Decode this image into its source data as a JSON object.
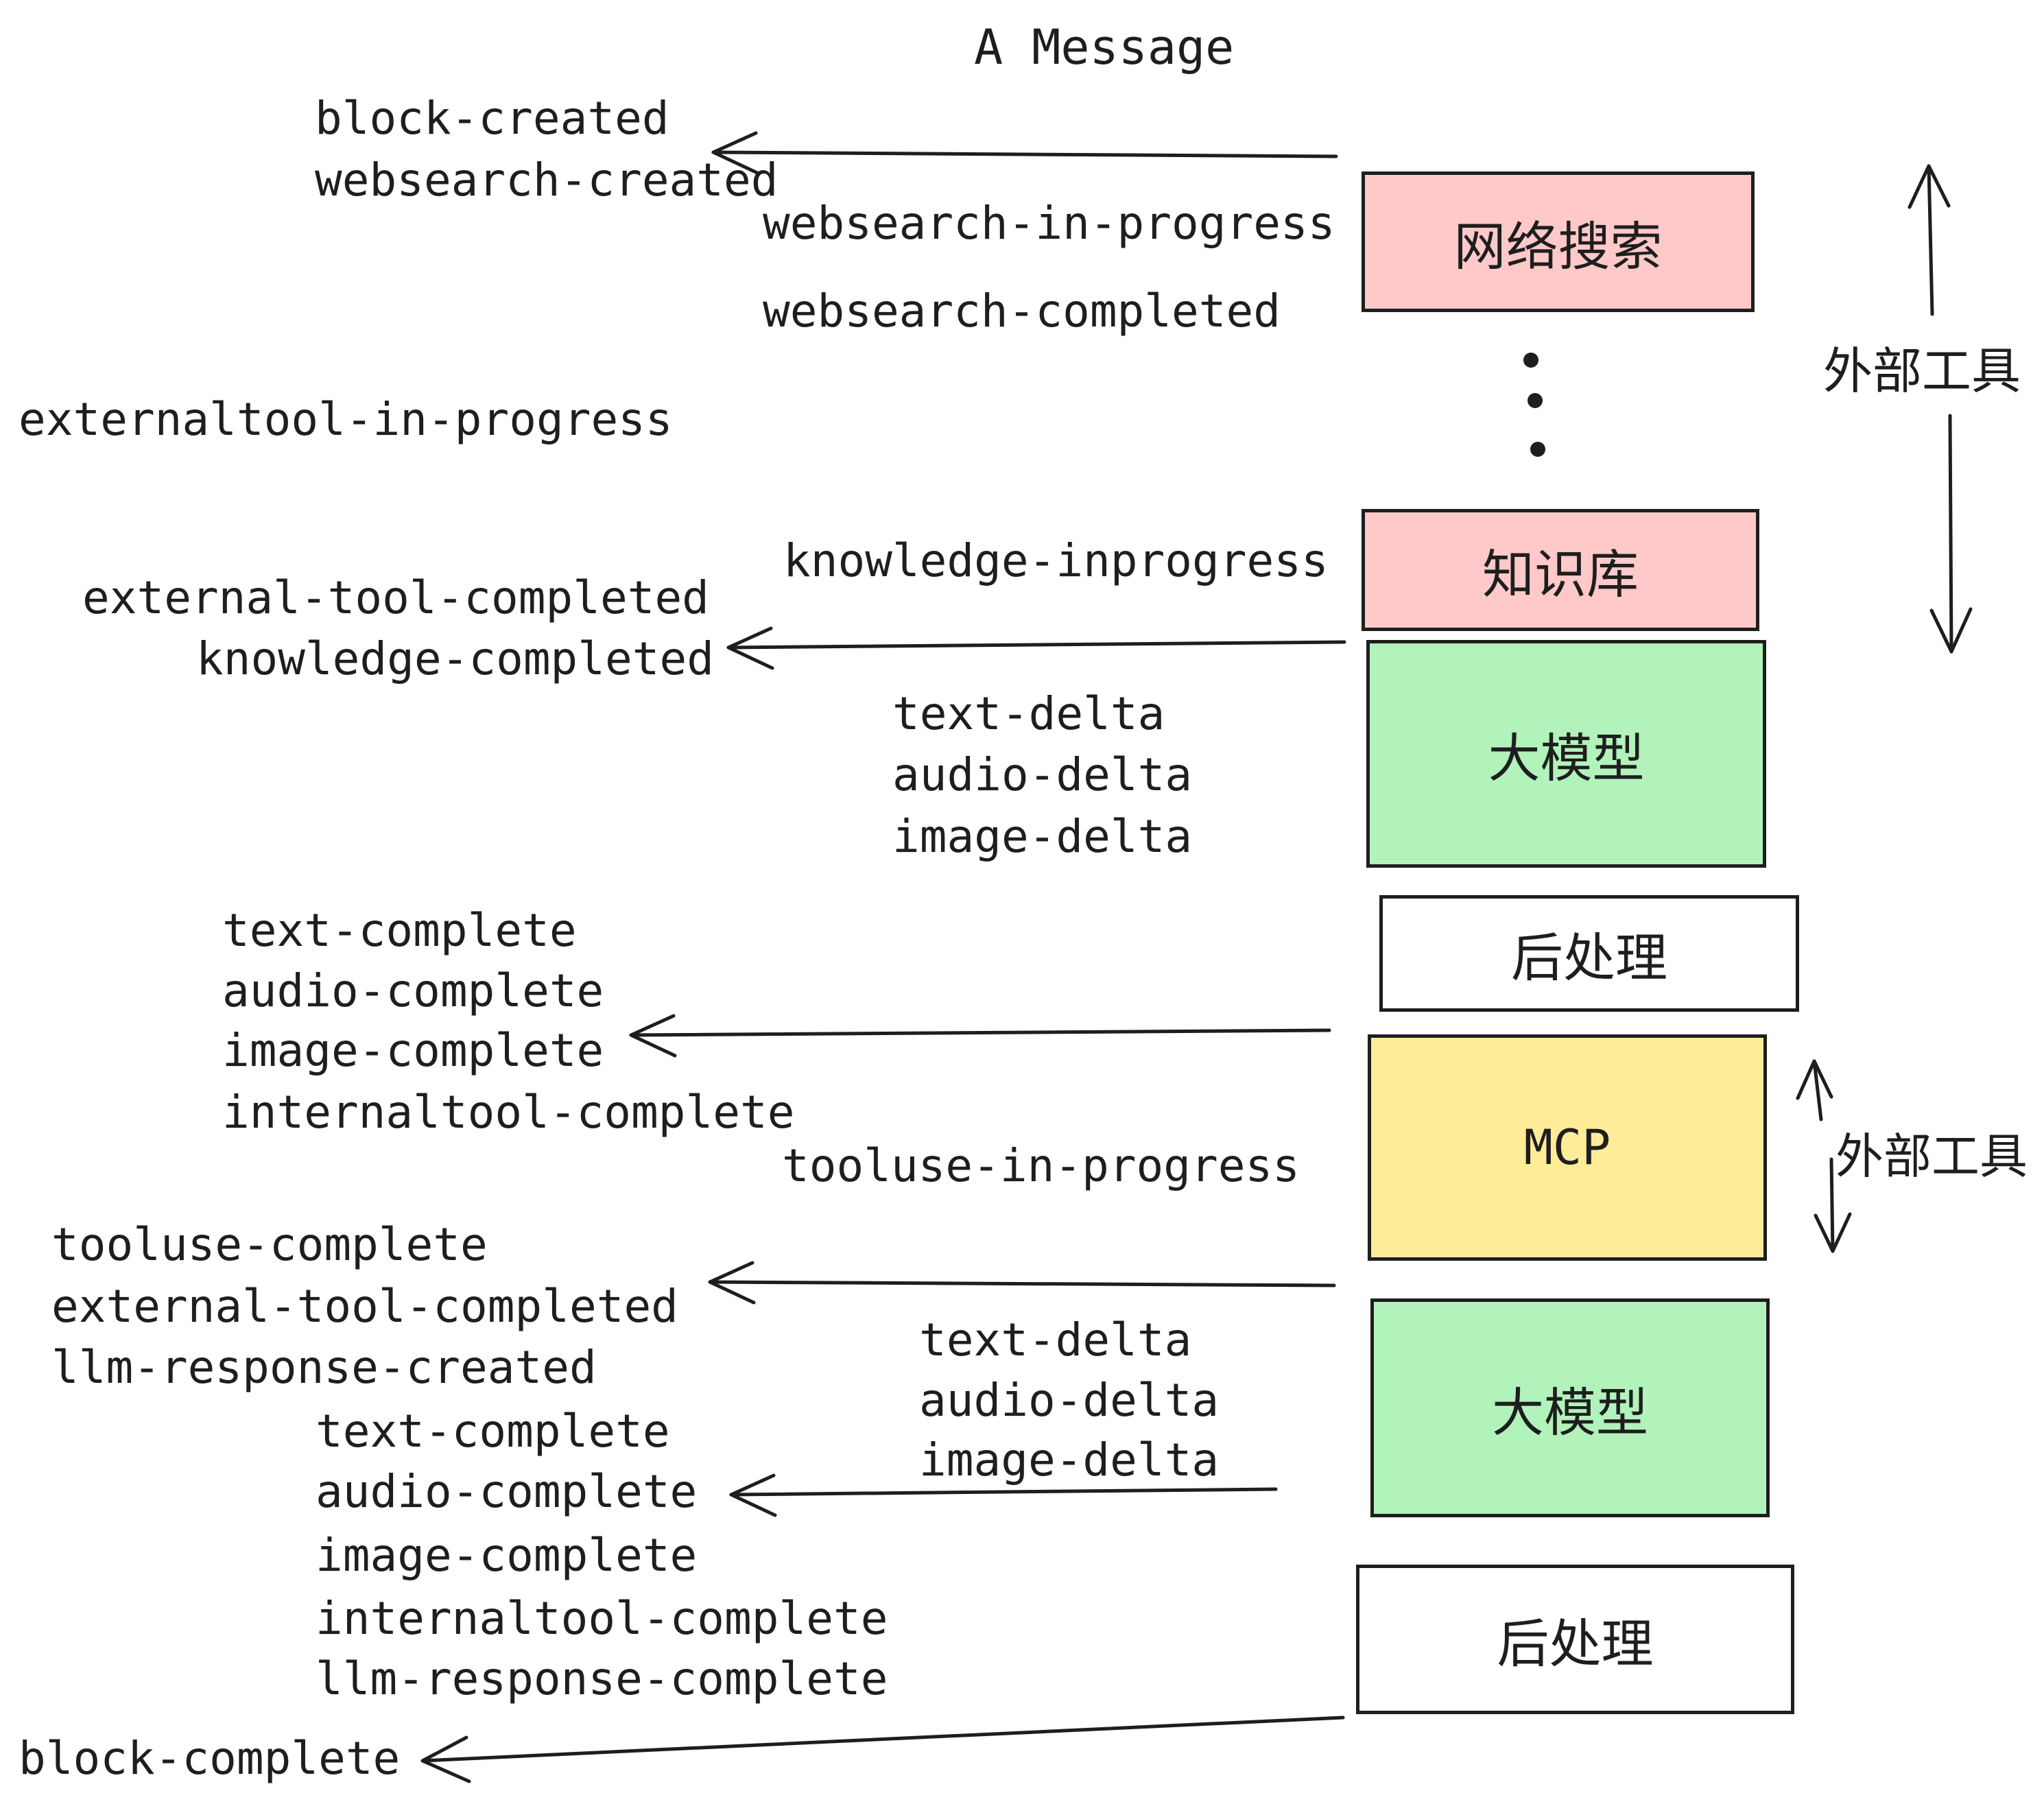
{
  "title": "A Message",
  "events": {
    "block_created": "block-created",
    "websearch_created": "websearch-created",
    "websearch_in_progress": "websearch-in-progress",
    "websearch_completed": "websearch-completed",
    "externaltool_in_progress": "externaltool-in-progress",
    "knowledge_inprogress": "knowledge-inprogress",
    "external_tool_completed": "external-tool-completed",
    "knowledge_completed": "knowledge-completed",
    "text_delta": "text-delta",
    "audio_delta": "audio-delta",
    "image_delta": "image-delta",
    "text_complete": "text-complete",
    "audio_complete": "audio-complete",
    "image_complete": "image-complete",
    "internaltool_complete": "internaltool-complete",
    "tooluse_in_progress": "tooluse-in-progress",
    "tooluse_complete": "tooluse-complete",
    "llm_response_created": "llm-response-created",
    "llm_response_complete": "llm-response-complete",
    "block_complete": "block-complete"
  },
  "nodes": {
    "websearch": "网络搜索",
    "knowledge": "知识库",
    "llm": "大模型",
    "post": "后处理",
    "mcp": "MCP"
  },
  "annotations": {
    "external_tools": "外部工具"
  },
  "colors": {
    "pink": "#ffc9c9",
    "green": "#b2f2bb",
    "yellow": "#ffec99",
    "white": "#ffffff",
    "ink": "#1e1e1e"
  }
}
